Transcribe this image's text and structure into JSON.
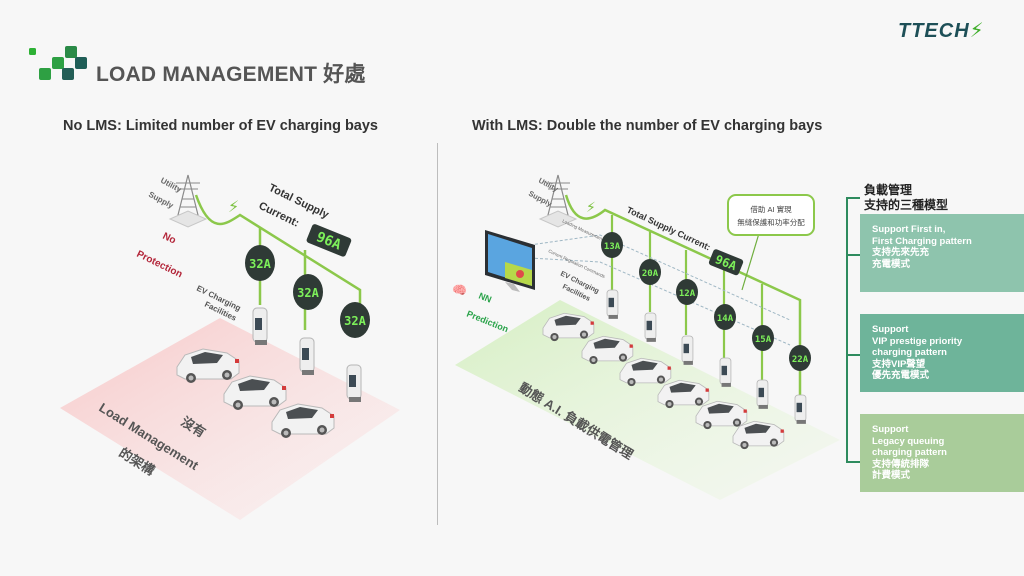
{
  "header": {
    "title": "LOAD MANAGEMENT 好處",
    "brand": "TTECH"
  },
  "left_panel": {
    "heading": "No LMS: Limited number of EV charging bays",
    "utility_label_1": "Utility",
    "utility_label_2": "Supply",
    "supply_label_1": "Total Supply",
    "supply_label_2": "Current:",
    "total_current": "96A",
    "no_protection_1": "No",
    "no_protection_2": "Protection",
    "facilities_label_1": "EV Charging",
    "facilities_label_2": "Facilities",
    "bay_currents": [
      "32A",
      "32A",
      "32A"
    ],
    "floor_label_1": "沒有",
    "floor_label_2": "Load Management",
    "floor_label_3": "的架構"
  },
  "right_panel": {
    "heading": "With LMS: Double the number of EV charging bays",
    "utility_label_1": "Utility",
    "utility_label_2": "Supply",
    "supply_label": "Total Supply Current:",
    "total_current": "96A",
    "callout_1": "借助 AI 實現",
    "callout_2": "無縫保護和功率分配",
    "nn_label_1": "NN",
    "nn_label_2": "Prediction",
    "line_label_1": "Loading Measurements",
    "line_label_2": "Current Regulation Commands",
    "facilities_label_1": "EV Charging",
    "facilities_label_2": "Facilities",
    "bay_currents": [
      "13A",
      "20A",
      "12A",
      "14A",
      "15A",
      "22A"
    ],
    "floor_label": "動態 A.I. 負載供電管理"
  },
  "models": {
    "heading_1": "負載管理",
    "heading_2": "支持的三種模型",
    "cards": [
      {
        "lines": [
          "Support First in,",
          "First Charging pattern",
          "支持先來先充",
          "充電模式"
        ]
      },
      {
        "lines": [
          "Support",
          "VIP prestige priority",
          "charging pattern",
          "支持VIP聲望",
          "優先充電模式"
        ]
      },
      {
        "lines": [
          "Support",
          "Legacy queuing",
          "charging pattern",
          "支持傳統排隊",
          "計費模式"
        ]
      }
    ]
  },
  "colors": {
    "accent_green": "#7dc242",
    "display_bg": "#2f3a36",
    "display_digit": "#7df05a",
    "warning_red": "#b3263a",
    "card_1": "#8ec4ad",
    "card_2": "#6eb49a",
    "card_3": "#a9cc9a"
  }
}
